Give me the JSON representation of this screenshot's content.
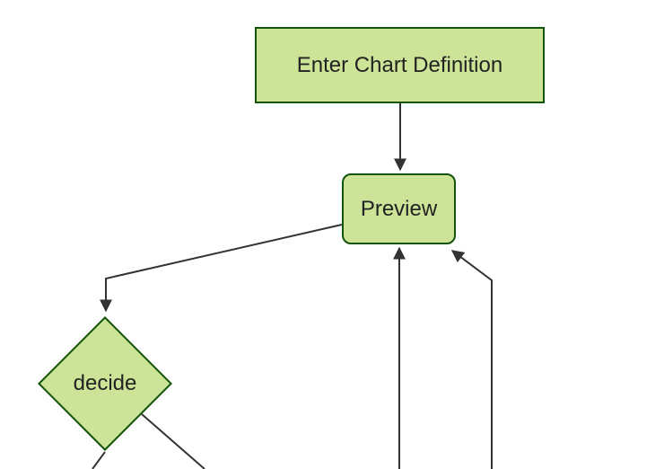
{
  "diagram": {
    "type": "flowchart",
    "direction": "top-down",
    "background_color": "#ffffff",
    "node_fill_color": "#cde498",
    "node_border_color": "#13540c",
    "edge_color": "#333333",
    "arrowhead_color": "#333333",
    "text_color": "#222222",
    "nodes": {
      "enter": {
        "label": "Enter Chart Definition",
        "shape": "rectangle"
      },
      "preview": {
        "label": "Preview",
        "shape": "rounded-rectangle"
      },
      "decide": {
        "label": "decide",
        "shape": "diamond"
      }
    },
    "edges": [
      {
        "from": "enter",
        "to": "preview",
        "arrowhead": true
      },
      {
        "from": "preview",
        "to": "decide",
        "arrowhead": true
      },
      {
        "from": "offscreen-bottom-center",
        "to": "preview",
        "arrowhead": true
      },
      {
        "from": "offscreen-bottom-right",
        "to": "preview",
        "arrowhead": true
      },
      {
        "from": "decide",
        "to": "offscreen-bottom-left",
        "arrowhead": false
      },
      {
        "from": "decide",
        "to": "offscreen-bottom-right",
        "arrowhead": false
      }
    ]
  }
}
